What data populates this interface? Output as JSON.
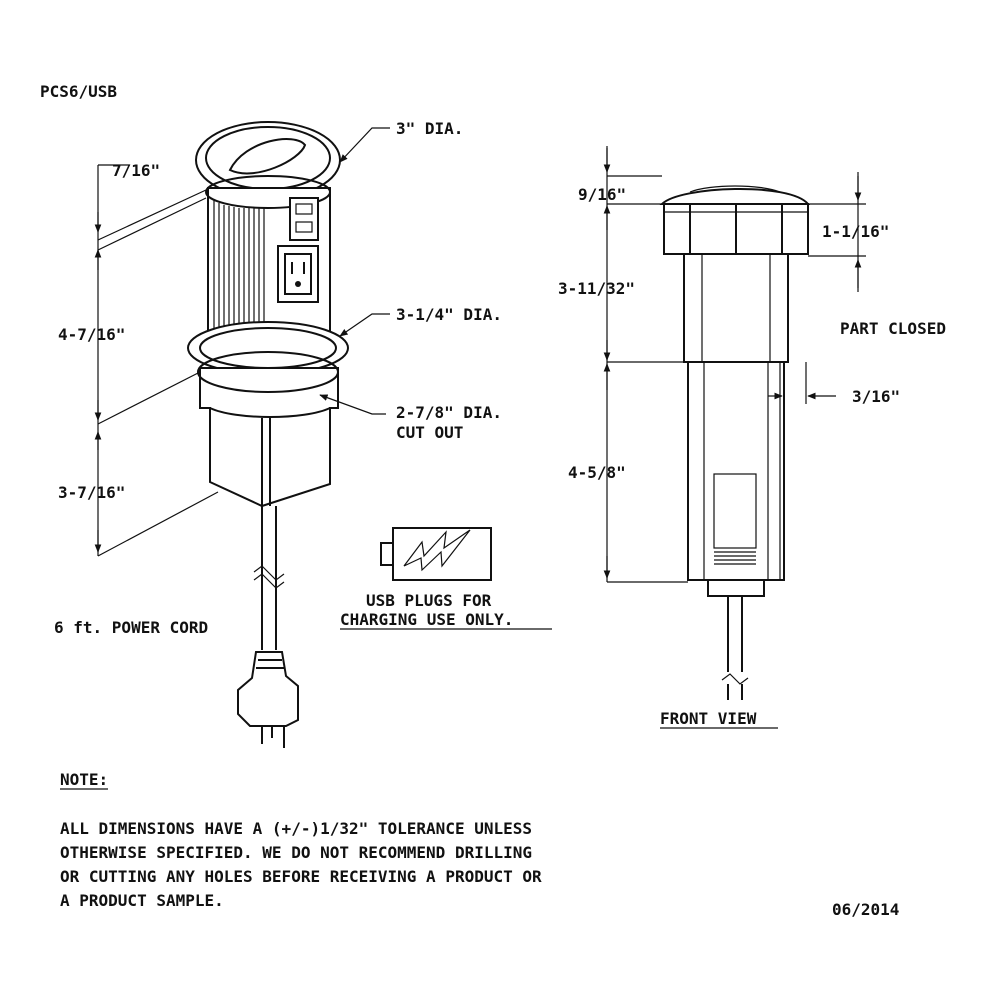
{
  "model": "PCS6/USB",
  "iso": {
    "dim_top_dia": "3\" DIA.",
    "dim_top_height": "7/16\"",
    "dim_body_height": "4-7/16\"",
    "dim_base_height": "3-7/16\"",
    "dim_collar_dia": "3-1/4\" DIA.",
    "cutout_line1": "2-7/8\" DIA.",
    "cutout_line2": "CUT OUT",
    "cord_label": "6 ft. POWER CORD"
  },
  "usb_note": {
    "line1": "USB PLUGS FOR",
    "line2": "CHARGING USE ONLY.",
    "icon": "battery-lightning-icon"
  },
  "front": {
    "dim_cap": "9/16\"",
    "dim_upper": "3-11/32\"",
    "dim_lower": "4-5/8\"",
    "dim_flange": "1-1/16\"",
    "dim_wall": "3/16\"",
    "part_closed": "PART CLOSED",
    "title": "FRONT VIEW"
  },
  "note": {
    "heading": "NOTE:",
    "line1": "ALL DIMENSIONS HAVE A (+/-)1/32\" TOLERANCE UNLESS",
    "line2": "OTHERWISE SPECIFIED. WE DO NOT RECOMMEND DRILLING",
    "line3": "OR CUTTING ANY HOLES BEFORE RECEIVING A PRODUCT OR",
    "line4": "A PRODUCT SAMPLE."
  },
  "date": "06/2014"
}
